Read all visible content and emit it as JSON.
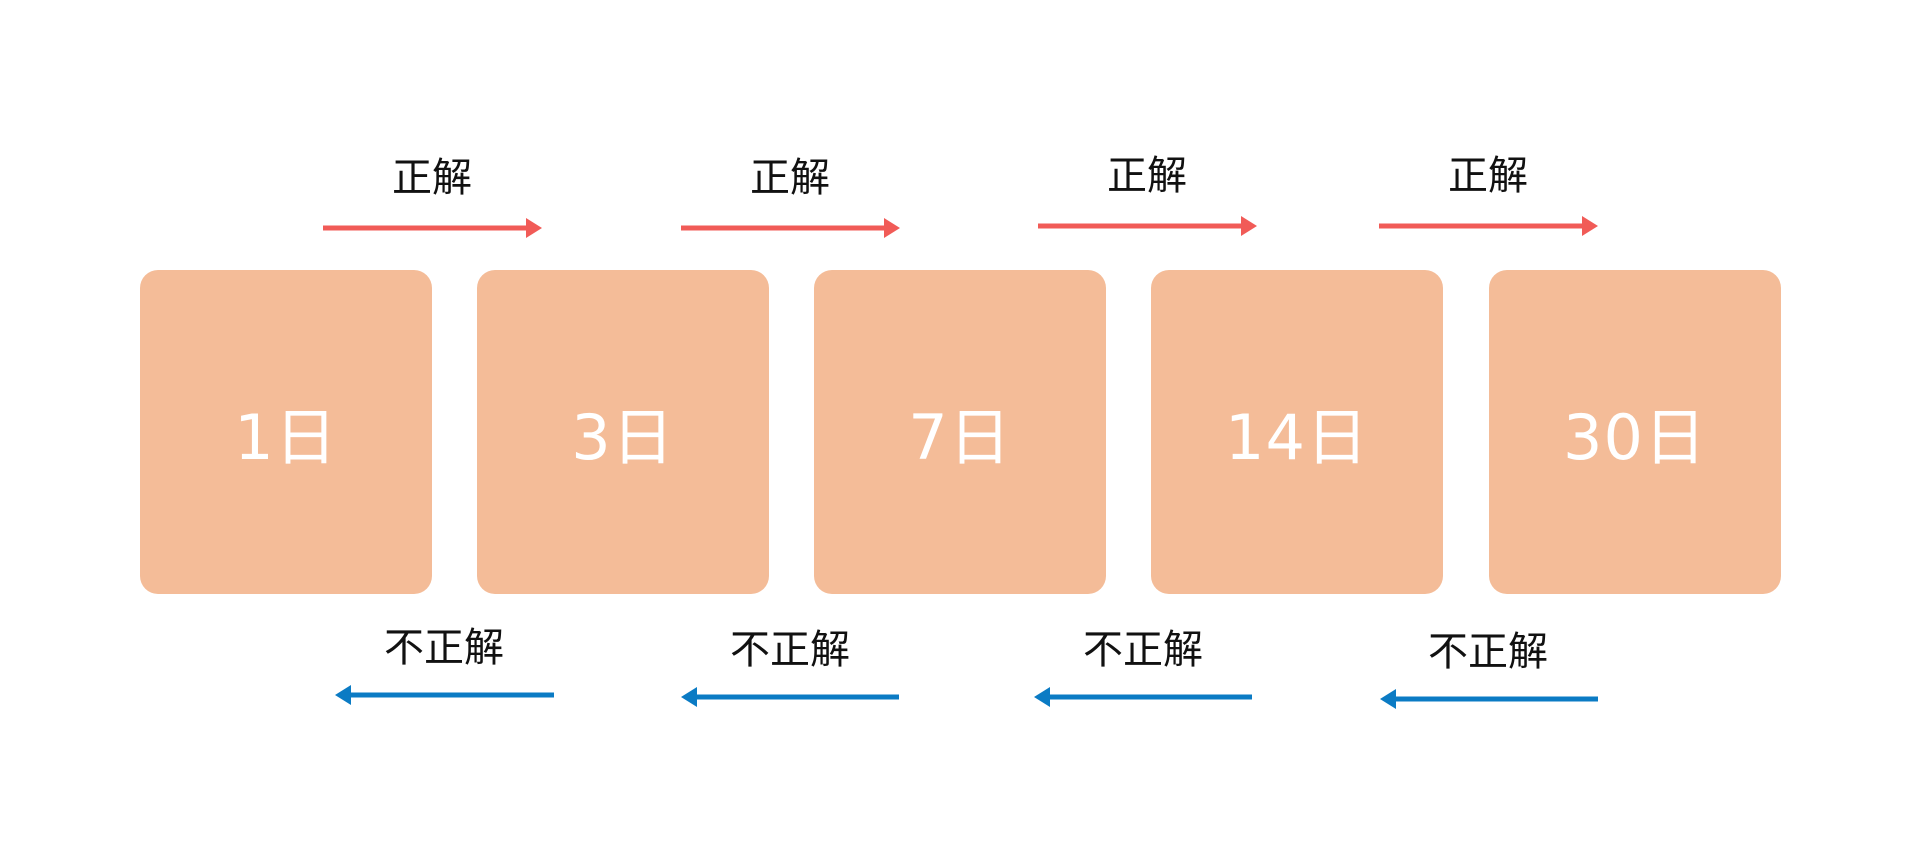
{
  "colors": {
    "box_fill": "#F4BC98",
    "box_text": "#FFFFFF",
    "forward_arrow": "#F15B57",
    "backward_arrow": "#0B7BC4",
    "label_text": "#111111",
    "background": "#FFFFFF"
  },
  "stages": [
    {
      "label": "1日"
    },
    {
      "label": "3日"
    },
    {
      "label": "7日"
    },
    {
      "label": "14日"
    },
    {
      "label": "30日"
    }
  ],
  "transitions": {
    "forward": [
      {
        "label": "正解"
      },
      {
        "label": "正解"
      },
      {
        "label": "正解"
      },
      {
        "label": "正解"
      }
    ],
    "backward": [
      {
        "label": "不正解"
      },
      {
        "label": "不正解"
      },
      {
        "label": "不正解"
      },
      {
        "label": "不正解"
      }
    ]
  }
}
